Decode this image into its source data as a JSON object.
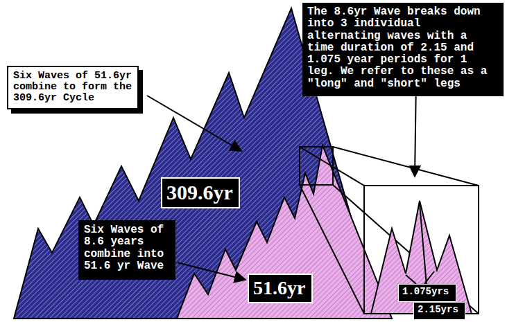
{
  "diagram": {
    "nodes": [
      {
        "text": [
          "Six Waves of 51.6yr combine to form the 309.6yr Cycle"
        ]
      },
      {
        "text": [
          "The 8.6yr Wave breaks down into 3 individual alternating waves with a time duration of 2.15 and 1.075 year periods for 1 leg. We refer to these as a \"long\" and \"short\" legs"
        ]
      },
      {
        "text": [
          "309.6yr"
        ]
      },
      {
        "text": [
          "Six Waves of 8.6 years combine into 51.6 yr Wave"
        ]
      },
      {
        "text": [
          "51.6yr"
        ]
      },
      {
        "text": [
          "1.075yrs"
        ]
      },
      {
        "text": [
          "2.15yrs"
        ]
      }
    ],
    "edges": [
      {
        "from": 3,
        "to": 4,
        "arrow": "to"
      }
    ]
  }
}
